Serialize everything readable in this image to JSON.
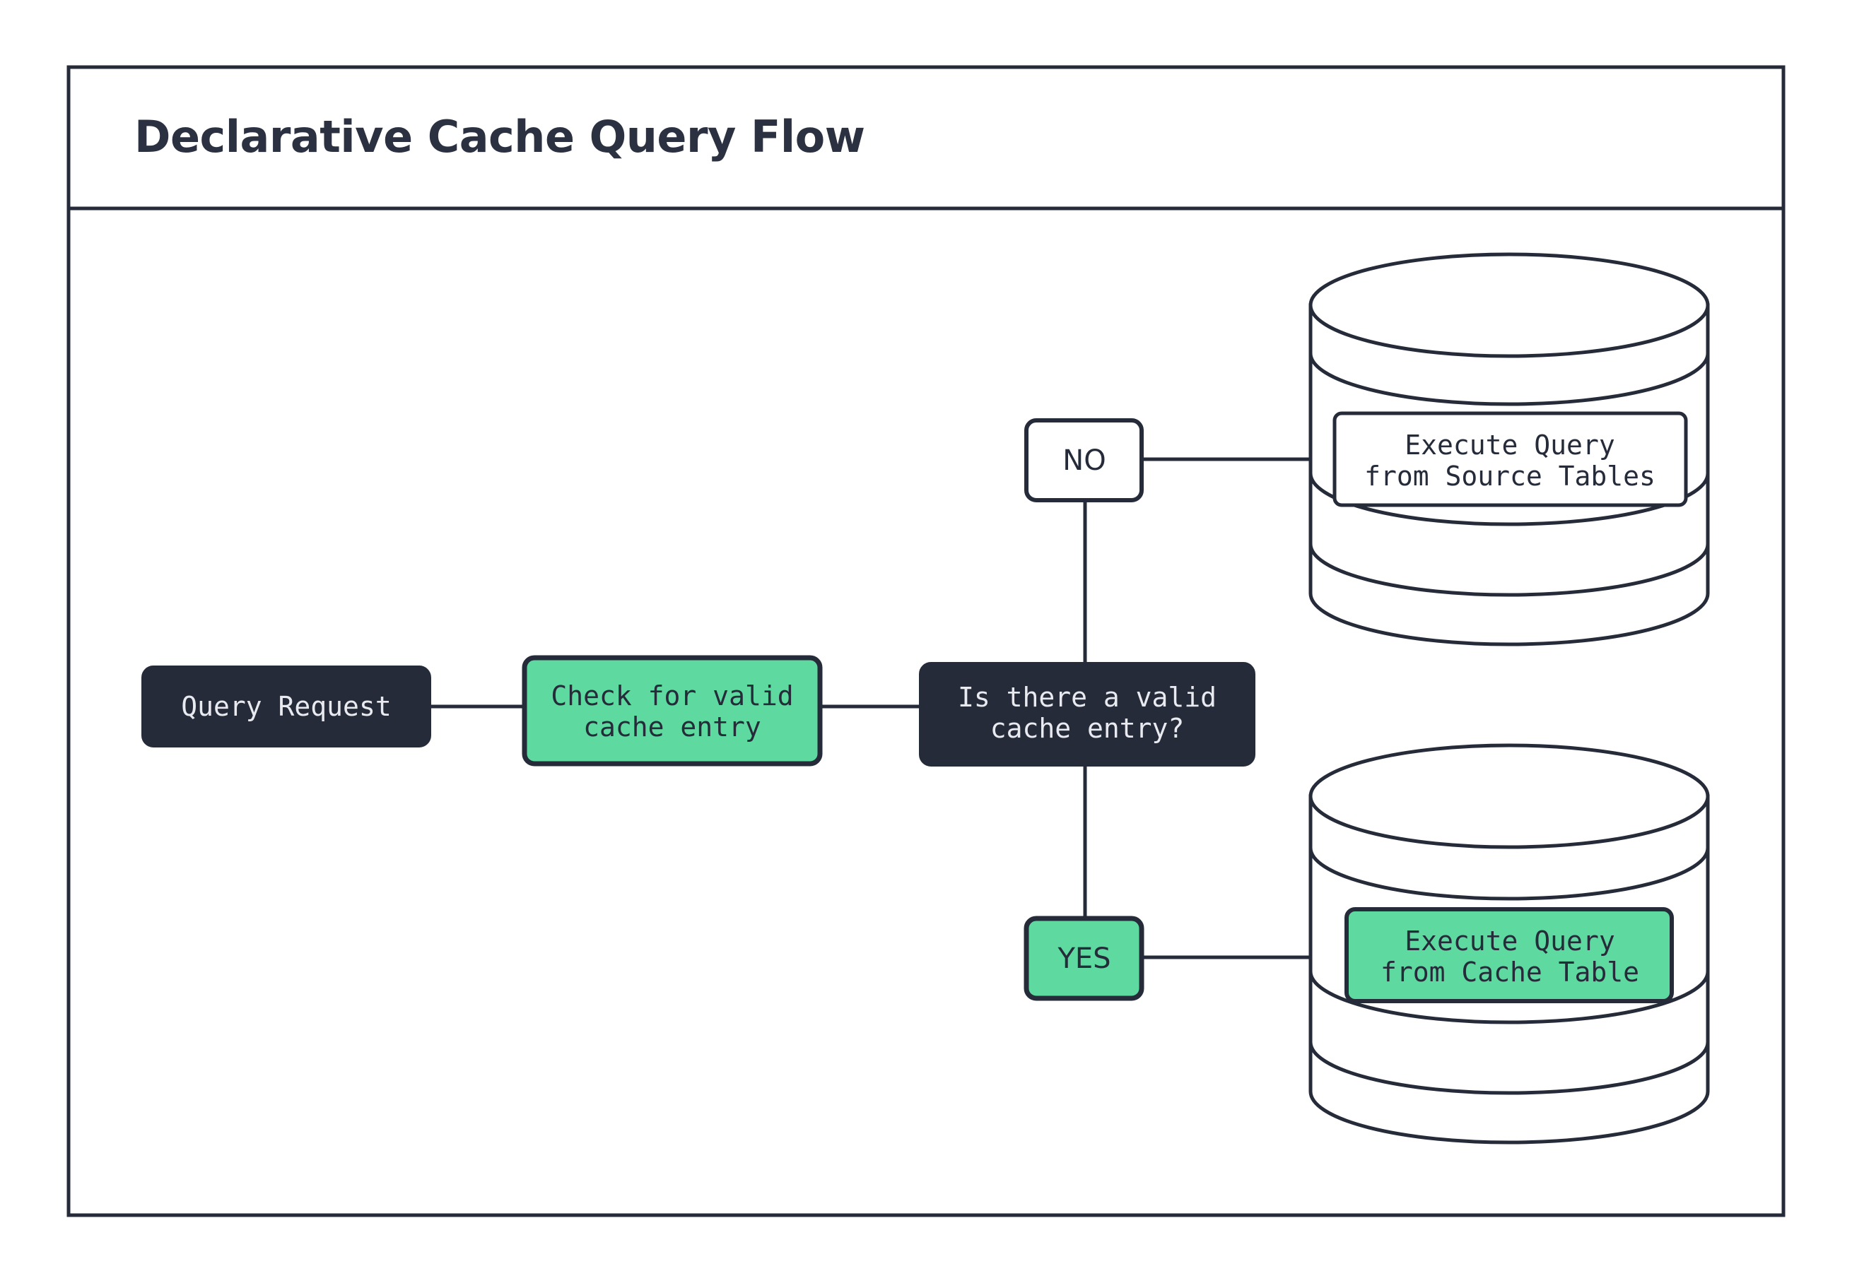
{
  "header": {
    "title": "Declarative Cache Query Flow"
  },
  "colors": {
    "accent_green": "#5ed9a0",
    "dark_navy": "#262b3a",
    "background": "#ffffff",
    "text_on_dark": "#e8eaf0"
  },
  "flow": {
    "start_node": {
      "label": "Query Request",
      "style": "dark"
    },
    "process_node": {
      "label_line1": "Check for valid",
      "label_line2": "cache entry",
      "style": "green"
    },
    "decision_node": {
      "label_line1": "Is there a valid",
      "label_line2": "cache entry?",
      "style": "dark"
    },
    "branches": [
      {
        "label": "NO",
        "style": "white",
        "target": "source-tables-database"
      },
      {
        "label": "YES",
        "style": "green",
        "target": "cache-table-database"
      }
    ],
    "databases": [
      {
        "name": "source-tables-database",
        "label_line1": "Execute Query",
        "label_line2": "from Source Tables",
        "label_style": "white"
      },
      {
        "name": "cache-table-database",
        "label_line1": "Execute Query",
        "label_line2": "from Cache Table",
        "label_style": "green"
      }
    ]
  }
}
